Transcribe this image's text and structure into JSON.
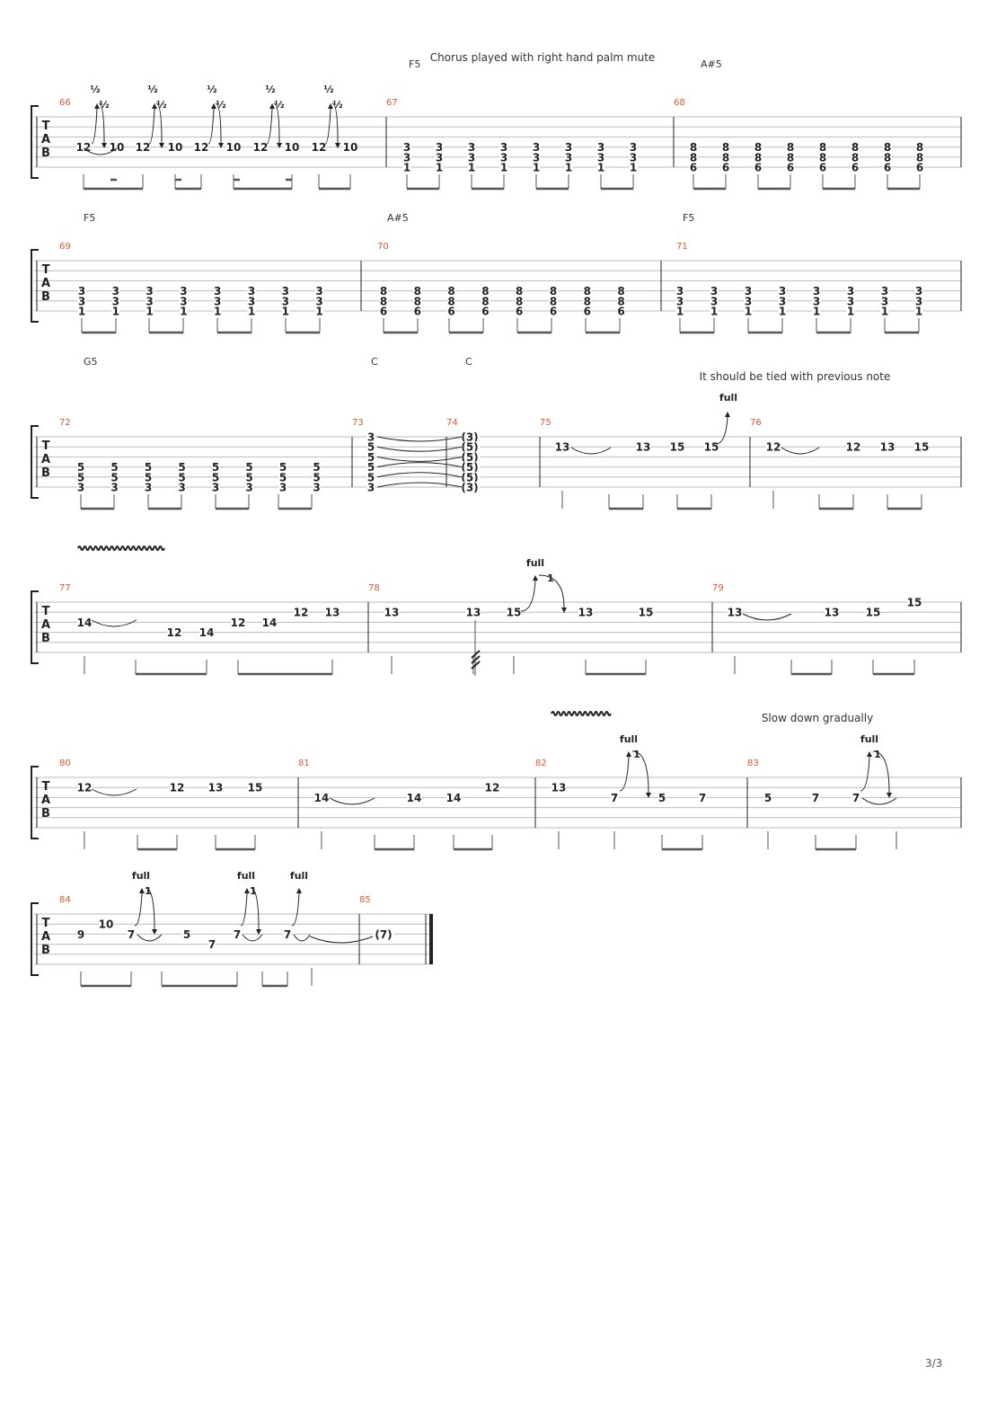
{
  "page": {
    "number_label": "3/3"
  },
  "clef_letters": [
    "T",
    "A",
    "B"
  ],
  "annotations": {
    "palm_mute": "Chorus played with right hand palm mute",
    "tied_note": "It should be tied with previous note",
    "slow_down": "Slow down gradually"
  },
  "colors": {
    "measure_number": "#e05a2b",
    "ink": "#222222",
    "staff_line": "#bbbbbb"
  },
  "systems": [
    {
      "chords": [
        "F5",
        "A#5"
      ],
      "measures": [
        {
          "number": "66",
          "frets": [
            "12",
            "10",
            "12",
            "10",
            "12",
            "10",
            "12",
            "10",
            "12",
            "10"
          ],
          "bends": [
            "½",
            "½",
            "½",
            "½",
            "½",
            "½",
            "½",
            "½",
            "½",
            "½"
          ]
        },
        {
          "number": "67",
          "frets": [
            "3",
            "3",
            "1",
            "3",
            "3",
            "1",
            "3",
            "3",
            "1",
            "3",
            "3",
            "1",
            "3",
            "3",
            "1",
            "3",
            "3",
            "1",
            "3",
            "3",
            "1",
            "3",
            "3",
            "1"
          ]
        },
        {
          "number": "68",
          "frets": [
            "8",
            "8",
            "6",
            "8",
            "8",
            "6",
            "8",
            "8",
            "6",
            "8",
            "8",
            "6",
            "8",
            "8",
            "6",
            "8",
            "8",
            "6",
            "8",
            "8",
            "6",
            "8",
            "8",
            "6"
          ]
        }
      ]
    },
    {
      "chords": [
        "F5",
        "A#5",
        "F5"
      ],
      "measures": [
        {
          "number": "69",
          "frets": [
            "3",
            "3",
            "1",
            "3",
            "3",
            "1",
            "3",
            "3",
            "1",
            "3",
            "3",
            "1",
            "3",
            "3",
            "1",
            "3",
            "3",
            "1",
            "3",
            "3",
            "1",
            "3",
            "3",
            "1"
          ]
        },
        {
          "number": "70",
          "frets": [
            "8",
            "8",
            "6",
            "8",
            "8",
            "6",
            "8",
            "8",
            "6",
            "8",
            "8",
            "6",
            "8",
            "8",
            "6",
            "8",
            "8",
            "6",
            "8",
            "8",
            "6",
            "8",
            "8",
            "6"
          ]
        },
        {
          "number": "71",
          "frets": [
            "3",
            "3",
            "1",
            "3",
            "3",
            "1",
            "3",
            "3",
            "1",
            "3",
            "3",
            "1",
            "3",
            "3",
            "1",
            "3",
            "3",
            "1",
            "3",
            "3",
            "1",
            "3",
            "3",
            "1"
          ]
        }
      ]
    },
    {
      "chords": [
        "G5",
        "C",
        "C"
      ],
      "measures": [
        {
          "number": "72",
          "frets": [
            "5",
            "5",
            "3",
            "5",
            "5",
            "3",
            "5",
            "5",
            "3",
            "5",
            "5",
            "3",
            "5",
            "5",
            "3",
            "5",
            "5",
            "3",
            "5",
            "5",
            "3",
            "5",
            "5",
            "3"
          ]
        },
        {
          "number": "73",
          "frets": [
            "3",
            "5",
            "5",
            "5",
            "5",
            "3"
          ]
        },
        {
          "number": "74",
          "frets": [
            "(3)",
            "(5)",
            "(5)",
            "(5)",
            "(5)",
            "(3)"
          ]
        },
        {
          "number": "75",
          "frets": [
            "13",
            "13",
            "15",
            "15"
          ],
          "bends": [
            "full"
          ]
        },
        {
          "number": "76",
          "frets": [
            "12",
            "12",
            "13",
            "15"
          ]
        }
      ]
    },
    {
      "chords": [],
      "measures": [
        {
          "number": "77",
          "frets": [
            "14",
            "12",
            "14",
            "12",
            "14",
            "12",
            "13"
          ]
        },
        {
          "number": "78",
          "frets": [
            "13",
            "13",
            "15",
            "13",
            "15"
          ],
          "bends": [
            "full",
            "1"
          ]
        },
        {
          "number": "79",
          "frets": [
            "13",
            "13",
            "15",
            "15"
          ]
        }
      ]
    },
    {
      "chords": [],
      "measures": [
        {
          "number": "80",
          "frets": [
            "12",
            "12",
            "13",
            "15"
          ]
        },
        {
          "number": "81",
          "frets": [
            "14",
            "14",
            "14",
            "12"
          ]
        },
        {
          "number": "82",
          "frets": [
            "13",
            "7",
            "5",
            "7"
          ],
          "bends": [
            "full",
            "1"
          ]
        },
        {
          "number": "83",
          "frets": [
            "5",
            "7",
            "7"
          ],
          "bends": [
            "full",
            "1"
          ]
        }
      ]
    },
    {
      "chords": [],
      "measures": [
        {
          "number": "84",
          "frets": [
            "9",
            "10",
            "7",
            "5",
            "7",
            "7",
            "7"
          ],
          "bends": [
            "full",
            "1",
            "full",
            "1",
            "full"
          ]
        },
        {
          "number": "85",
          "frets": [
            "(7)"
          ]
        }
      ]
    }
  ]
}
